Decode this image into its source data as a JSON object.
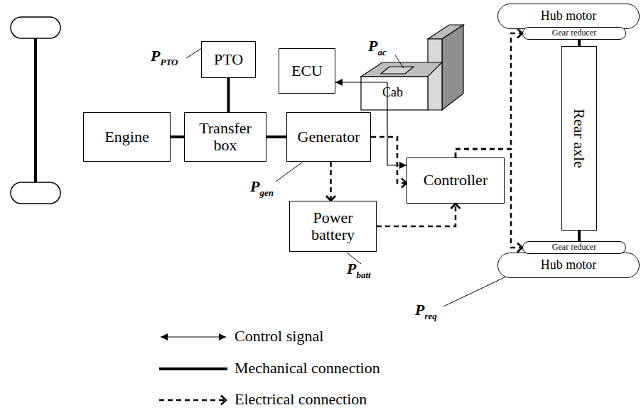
{
  "diagram": {
    "nodes": [
      {
        "text": [
          "Hub motor"
        ]
      },
      {
        "text": [
          "Gear reducer"
        ]
      },
      {
        "text": [
          "PTO"
        ]
      },
      {
        "text": [
          "ECU"
        ]
      },
      {
        "text": [
          "Engine"
        ]
      },
      {
        "text": [
          "Transfer box"
        ]
      },
      {
        "text": [
          "Generator"
        ]
      },
      {
        "text": [
          "Controller"
        ]
      },
      {
        "text": [
          "Rear axle"
        ]
      },
      {
        "text": [
          "Power battery"
        ]
      },
      {
        "text": [
          "Gear reducer"
        ]
      },
      {
        "text": [
          "Hub motor"
        ]
      }
    ],
    "edges": [
      {
        "from": 4,
        "to": 5,
        "arrow": "none"
      },
      {
        "from": 5,
        "to": 2,
        "arrow": "none"
      },
      {
        "from": 5,
        "to": 6,
        "arrow": "none"
      },
      {
        "from": 3,
        "to": 7,
        "arrow": "both"
      },
      {
        "from": 6,
        "to": 7,
        "arrow": "to"
      },
      {
        "from": 6,
        "to": 9,
        "arrow": "to"
      },
      {
        "from": 9,
        "to": 7,
        "arrow": "to"
      },
      {
        "from": 7,
        "to": 1,
        "arrow": "to"
      },
      {
        "from": 7,
        "to": 10,
        "arrow": "to"
      },
      {
        "from": 8,
        "to": 1,
        "arrow": "none"
      },
      {
        "from": 8,
        "to": 10,
        "arrow": "none"
      }
    ],
    "labels": [
      "P",
      "PTO",
      "P",
      "ac",
      "Cab",
      "P",
      "gen",
      "P",
      "batt",
      "P",
      "req"
    ],
    "legend": [
      {
        "text": "Control signal"
      },
      {
        "text": "Mechanical connection"
      },
      {
        "text": "Electrical connection"
      }
    ]
  }
}
